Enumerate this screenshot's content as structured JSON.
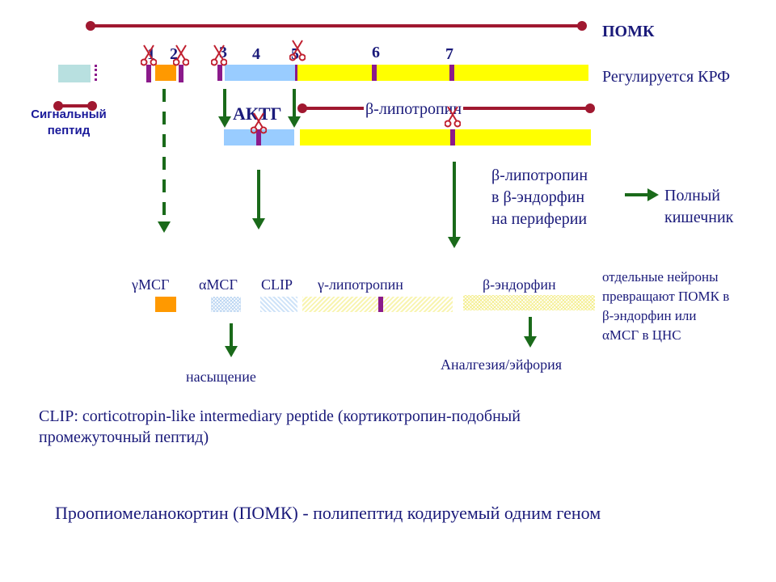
{
  "pomc_label": "ПОМК",
  "regulated": "Регулируется КРФ",
  "numbers": [
    "1",
    "2",
    "3",
    "4",
    "5",
    "6",
    "7"
  ],
  "legend_signal": [
    "Сигнальный",
    "пептид"
  ],
  "acth": "АКТГ",
  "beta_lpt": "β-липотропин",
  "periphery": [
    "β-липотропин",
    "в β-эндорфин",
    "на периферии"
  ],
  "gut": [
    "Полный",
    "кишечник"
  ],
  "products": [
    "γМСГ",
    "αМСГ",
    "CLIP",
    "γ-липотропин",
    "β-эндорфин"
  ],
  "neurons": [
    "отдельные нейроны",
    "превращают ПОМК в",
    "β-эндорфин или",
    "αМСГ в ЦНС"
  ],
  "satiety": "насыщение",
  "analgesia": "Аналгезия/эйфория",
  "clip_def": [
    "CLIP: corticotropin-like intermediary peptide  (кортикотропин-подобный",
    "промежуточный пептид)"
  ],
  "footer": "Проопиомеланокортин (ПОМК) - полипептид кодируемый одним геном",
  "colors": {
    "orange": "#ff9900",
    "blue": "#99ccff",
    "yellow": "#ffff00",
    "purple": "#8b1a8b",
    "teal": "#b8e0e0",
    "line": "#a01830",
    "arrow": "#1a6a1a"
  }
}
